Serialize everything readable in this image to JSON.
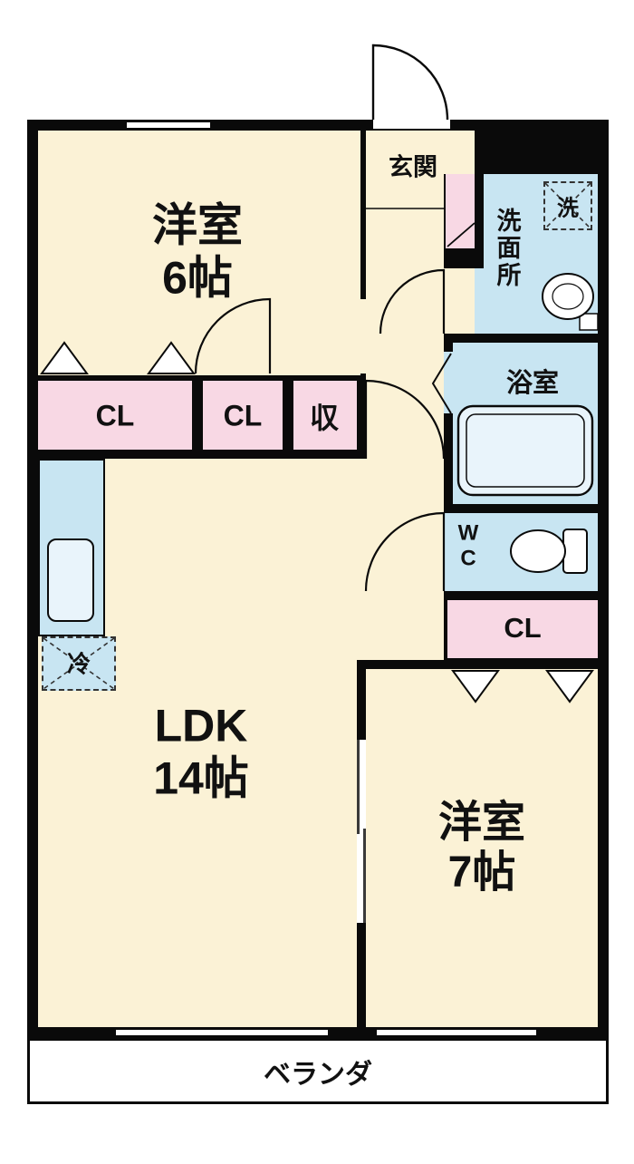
{
  "type": "floor_plan",
  "colors": {
    "wall": "#0a0a0a",
    "room_cream": "#fbf2d6",
    "closet_pink": "#f8d8e4",
    "wet_blue": "#c8e5f2"
  },
  "labels": {
    "room6_name": "洋室",
    "room6_size": "6帖",
    "ldk_name": "LDK",
    "ldk_size": "14帖",
    "room7_name": "洋室",
    "room7_size": "7帖",
    "genkan": "玄関",
    "washroom": "洗面所",
    "washer": "洗",
    "bath": "浴室",
    "wc_line1": "W",
    "wc_line2": "C",
    "cl_right": "CL",
    "cl1": "CL",
    "cl2": "CL",
    "oshiire": "収",
    "fridge": "冷",
    "veranda": "ベランダ"
  }
}
